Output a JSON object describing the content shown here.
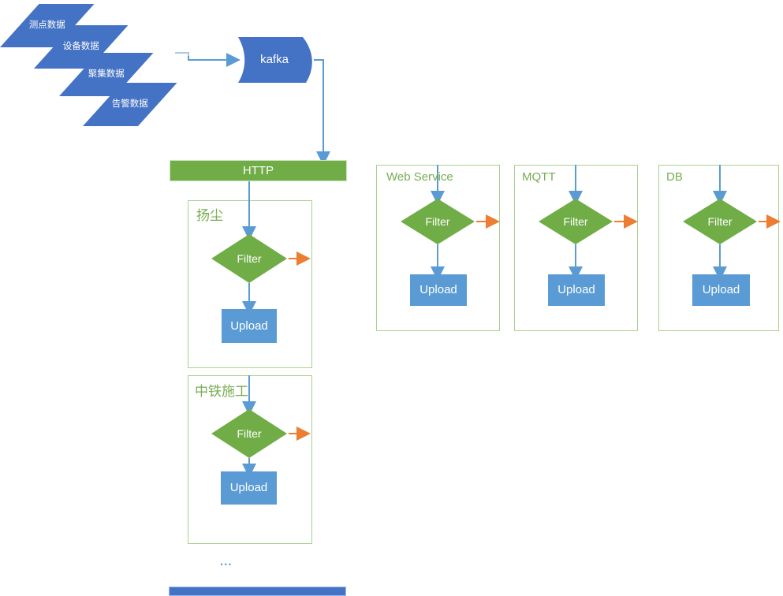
{
  "diagram": {
    "sources": [
      {
        "label": "测点数据"
      },
      {
        "label": "设备数据"
      },
      {
        "label": "聚集数据"
      },
      {
        "label": "告警数据"
      }
    ],
    "kafka_label": "kafka",
    "http_label": "HTTP",
    "channels": [
      {
        "title": "扬尘",
        "filter_label": "Filter",
        "upload_label": "Upload"
      },
      {
        "title": "中铁施工",
        "filter_label": "Filter",
        "upload_label": "Upload"
      },
      {
        "title": "Web Service",
        "filter_label": "Filter",
        "upload_label": "Upload"
      },
      {
        "title": "MQTT",
        "filter_label": "Filter",
        "upload_label": "Upload"
      },
      {
        "title": "DB",
        "filter_label": "Filter",
        "upload_label": "Upload"
      }
    ],
    "ellipsis_label": "...",
    "colors": {
      "node_blue": "#4472C4",
      "upload_blue": "#5B9BD5",
      "process_green": "#70AD47",
      "box_border_green": "#A9D18E",
      "label_green": "#76AD51",
      "reject_orange": "#ED7D31",
      "connector_blue": "#5B9BD5",
      "connector_light": "#AEC6E8"
    }
  }
}
